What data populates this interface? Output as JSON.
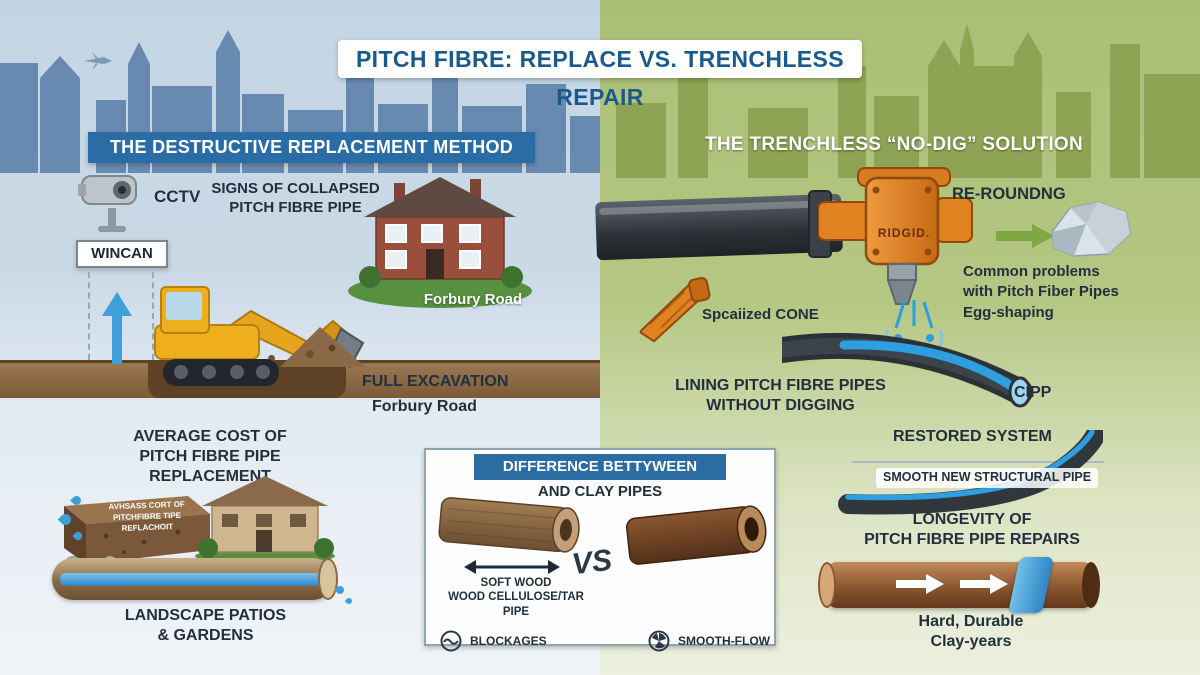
{
  "colors": {
    "accent_blue": "#2a6da6",
    "title_blue": "#19598d",
    "left_sky": "#c3d5e3",
    "right_green": "#aabf75",
    "ground_brown": "#7c5a38",
    "tool_orange": "#e08a2f",
    "water_blue": "#2f9ee0"
  },
  "title": "PITCH FIBRE: REPLACE VS. TRENCHLESS REPAIR",
  "left": {
    "header": "THE DESTRUCTIVE REPLACEMENT METHOD",
    "cctv_label": "CCTV",
    "wincan_label": "WINCAN",
    "signs_line1": "SIGNS OF COLLAPSED",
    "signs_line2": "PITCH FIBRE PIPE",
    "house_label": "Forbury Road",
    "excavation_label": "FULL EXCAVATION",
    "excavation_road": "Forbury Road",
    "cost_line1": "AVERAGE COST OF",
    "cost_line2": "PITCH FIBRE PIPE REPLACEMENT",
    "soil_line1": "AVHSASS CORT OF",
    "soil_line2": "PITCHFIBRE TIPE",
    "soil_line3": "REFLACHOIT",
    "landscape_line1": "LANDSCAPE PATIOS",
    "landscape_line2": "& GARDENS"
  },
  "center": {
    "header": "DIFFERENCE BETTYWEEN",
    "subheader": "AND CLAY PIPES",
    "vs_label": "VS",
    "wood_line1": "SOFT WOOD",
    "wood_line2": "WOOD CELLULOSE/TAR PIPE",
    "blockages_label": "BLOCKAGES",
    "smooth_label": "SMOOTH-FLOW"
  },
  "right": {
    "header": "THE TRENCHLESS “NO-DIG” SOLUTION",
    "rerounding_label": "RE-ROUNDNG",
    "ridgid_label": "RIDGID.",
    "problems_line1": "Common problems",
    "problems_line2": "with Pitch Fiber Pipes",
    "problems_line3": "Egg-shaping",
    "cone_label": "Spcaiized CONE",
    "lining_line1": "LINING PITCH FIBRE PIPES",
    "lining_line2": "WITHOUT DIGGING",
    "cipp_label": "CIPP",
    "restored_label": "RESTORED SYSTEM",
    "smooth_pipe_label": "SMOOTH NEW STRUCTURAL PIPE",
    "longevity_line1": "LONGEVITY OF",
    "longevity_line2": "PITCH FIBRE PIPE REPAIRS",
    "clay_line1": "Hard, Durable",
    "clay_line2": "Clay-years"
  }
}
